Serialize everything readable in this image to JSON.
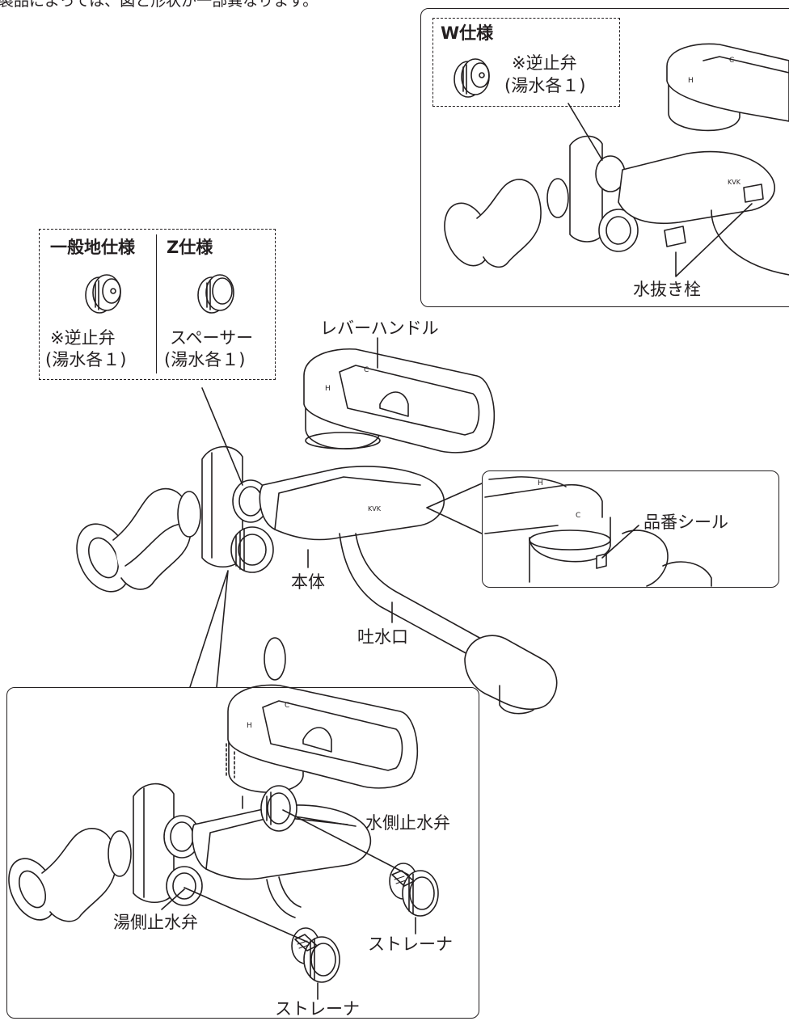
{
  "header_note": "製品によっては、図と形状が一部異なります。",
  "w_spec": {
    "title": "W仕様",
    "part_line1": "※逆止弁",
    "part_line2": "(湯水各１)",
    "drain_label": "水抜き栓"
  },
  "general_spec": {
    "title": "一般地仕様",
    "part_line1": "※逆止弁",
    "part_line2": "(湯水各１)"
  },
  "z_spec": {
    "title": "Z仕様",
    "part_line1": "スペーサー",
    "part_line2": "(湯水各１)"
  },
  "main": {
    "lever_label": "レバーハンドル",
    "body_label": "本体",
    "spout_label": "吐水口",
    "product_seal_label": "品番シール",
    "brand_mark": "KVK",
    "hot_mark": "H",
    "cold_mark": "C"
  },
  "detail": {
    "cold_valve_label": "水側止水弁",
    "hot_valve_label": "湯側止水弁",
    "strainer_label_1": "ストレーナ",
    "strainer_label_2": "ストレーナ"
  }
}
